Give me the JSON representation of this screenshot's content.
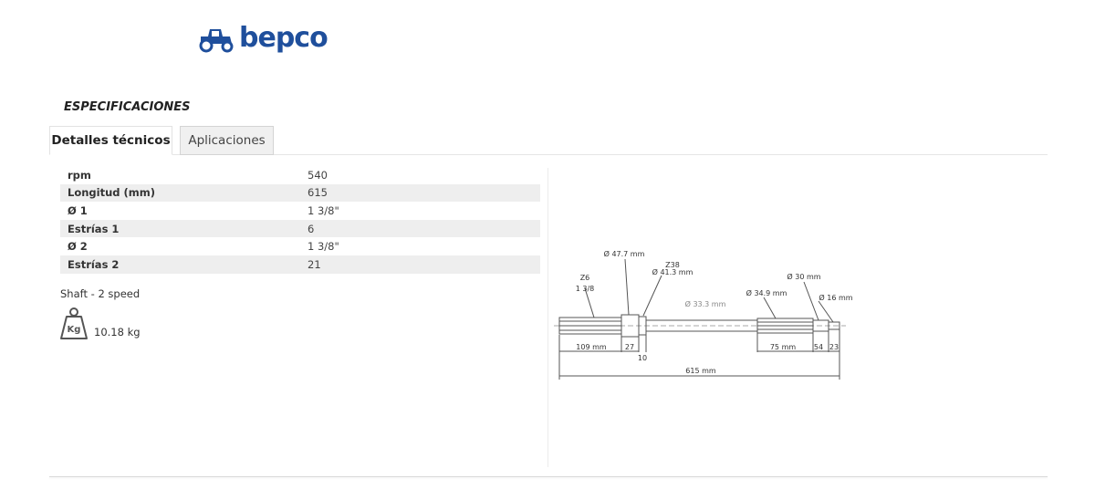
{
  "brand": {
    "name": "bepco",
    "color": "#1f4f9c"
  },
  "section": {
    "title": "ESPECIFICACIONES"
  },
  "tabs": [
    {
      "label": "Detalles técnicos",
      "active": true
    },
    {
      "label": "Aplicaciones",
      "active": false
    }
  ],
  "specs": [
    {
      "key": "rpm",
      "value": "540"
    },
    {
      "key": "Longitud (mm)",
      "value": "615"
    },
    {
      "key": "Ø 1",
      "value": "1 3/8\""
    },
    {
      "key": "Estrías 1",
      "value": "6"
    },
    {
      "key": "Ø 2",
      "value": "1 3/8\""
    },
    {
      "key": "Estrías 2",
      "value": "21"
    }
  ],
  "description": "Shaft - 2 speed",
  "weight": {
    "icon": "weight-icon",
    "icon_label": "Kg",
    "value": "10.18 kg"
  },
  "drawing": {
    "labels": {
      "d47": "Ø 47.7 mm",
      "z38": "Z38",
      "d41": "Ø 41.3 mm",
      "z6": "Z6",
      "d1": "1 3/8",
      "d33": "Ø 33.3 mm",
      "d349": "Ø 34.9 mm",
      "d30": "Ø 30 mm",
      "d16": "Ø 16 mm",
      "l109": "109 mm",
      "l27": "27",
      "l10": "10",
      "l75": "75 mm",
      "l54": "54",
      "l23": "23",
      "l615": "615 mm"
    }
  }
}
